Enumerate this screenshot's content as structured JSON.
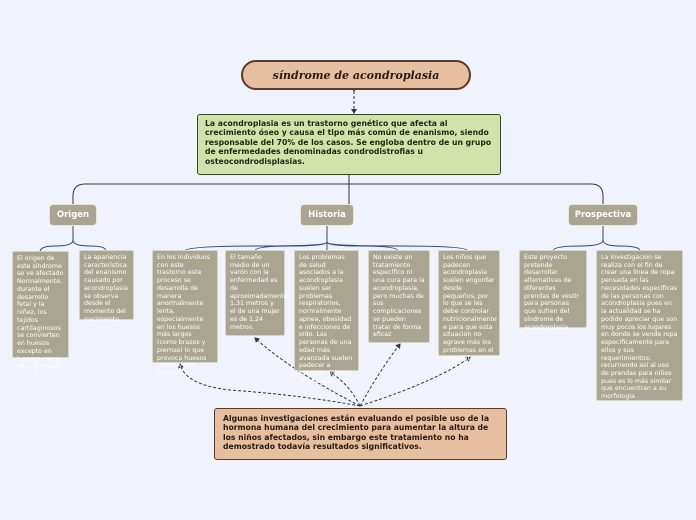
{
  "title": "síndrome de acondroplasia",
  "main_text": "La acondroplasia es un trastorno genético que afecta al crecimiento óseo y causa el tipo más común de enanismo, siendo responsable del 70% de los casos. Se engloba dentro de un grupo de enfermedades denominadas condrodistrofias u osteocondrodisplasias.",
  "branches": {
    "origen": {
      "label": "Origen",
      "leaves": [
        "El origen de este síndrome se ve afectado Normalmente, durante el desarrollo fetal y la niñez, los tejidos cartilaginosos se convierten en huesos excepto en lugares como nariz y orejas.",
        "La apariencia característica del enanismo causado por acondroplasia se observa desde el momento del nacimiento."
      ]
    },
    "historia": {
      "label": "Historia",
      "leaves": [
        "En los individuos con este trastorno este proceso se desarrolla de manera anormalmente lenta, especialmente en los huesos más largos (como brazos y piernas) lo que provoca huesos cortos y baja estatura.",
        "El tamaño medio de un varón con la enfermedad es de aproximadamente 1,31 metros y el de una mujer es de 1,24 metros.",
        "Los problemas de salud asociados a la acondroplasia suelen ser problemas respiratorios, normalmente apnea, obesidad e infecciones de oído. Las personas de una edad más avanzada suelen padecer a menudo dolores de espalda.",
        "No existe un tratamiento específico ni una cura para la acondroplasia, pero muchas de sus complicaciones se pueden tratar de forma eficaz",
        "Los niños que padecen acondroplasia suelen engordar desde pequeños, por lo que se les debe controlar nutricionalmente e para que esta situación no agrave más los problemas en el esqueleto"
      ]
    },
    "prospectiva": {
      "label": "Prospectiva",
      "leaves": [
        "Este proyecto pretende desarrollar alternativas de diferentes prendas de vestir para personas que sufren del síndrome de acondroplasia.",
        "La investigación se realiza con el fin de crear una línea de ropa pensada en las necesidades específicas de las personas con acondroplasia pues en la actualidad se ha podido apreciar que son muy pocos los lugares en donde se vende ropa especificamente para ellos y sus requerimientos; recurriendo así al uso de prendas para niños pues es lo más similar que encuentran a su morfología ."
      ]
    }
  },
  "bottom_text": "Algunas investigaciones están evaluando el posible uso de la hormona humana del crecimiento para aumentar la altura de los niños afectados, sin embargo este tratamiento no ha demostrado todavía resultados significativos.",
  "colors": {
    "background": "#f0f3fc",
    "title_fill": "#e6bfa0",
    "main_fill": "#d3e2ab",
    "branch_fill": "#aaa590",
    "line": "#3a3a3a"
  }
}
